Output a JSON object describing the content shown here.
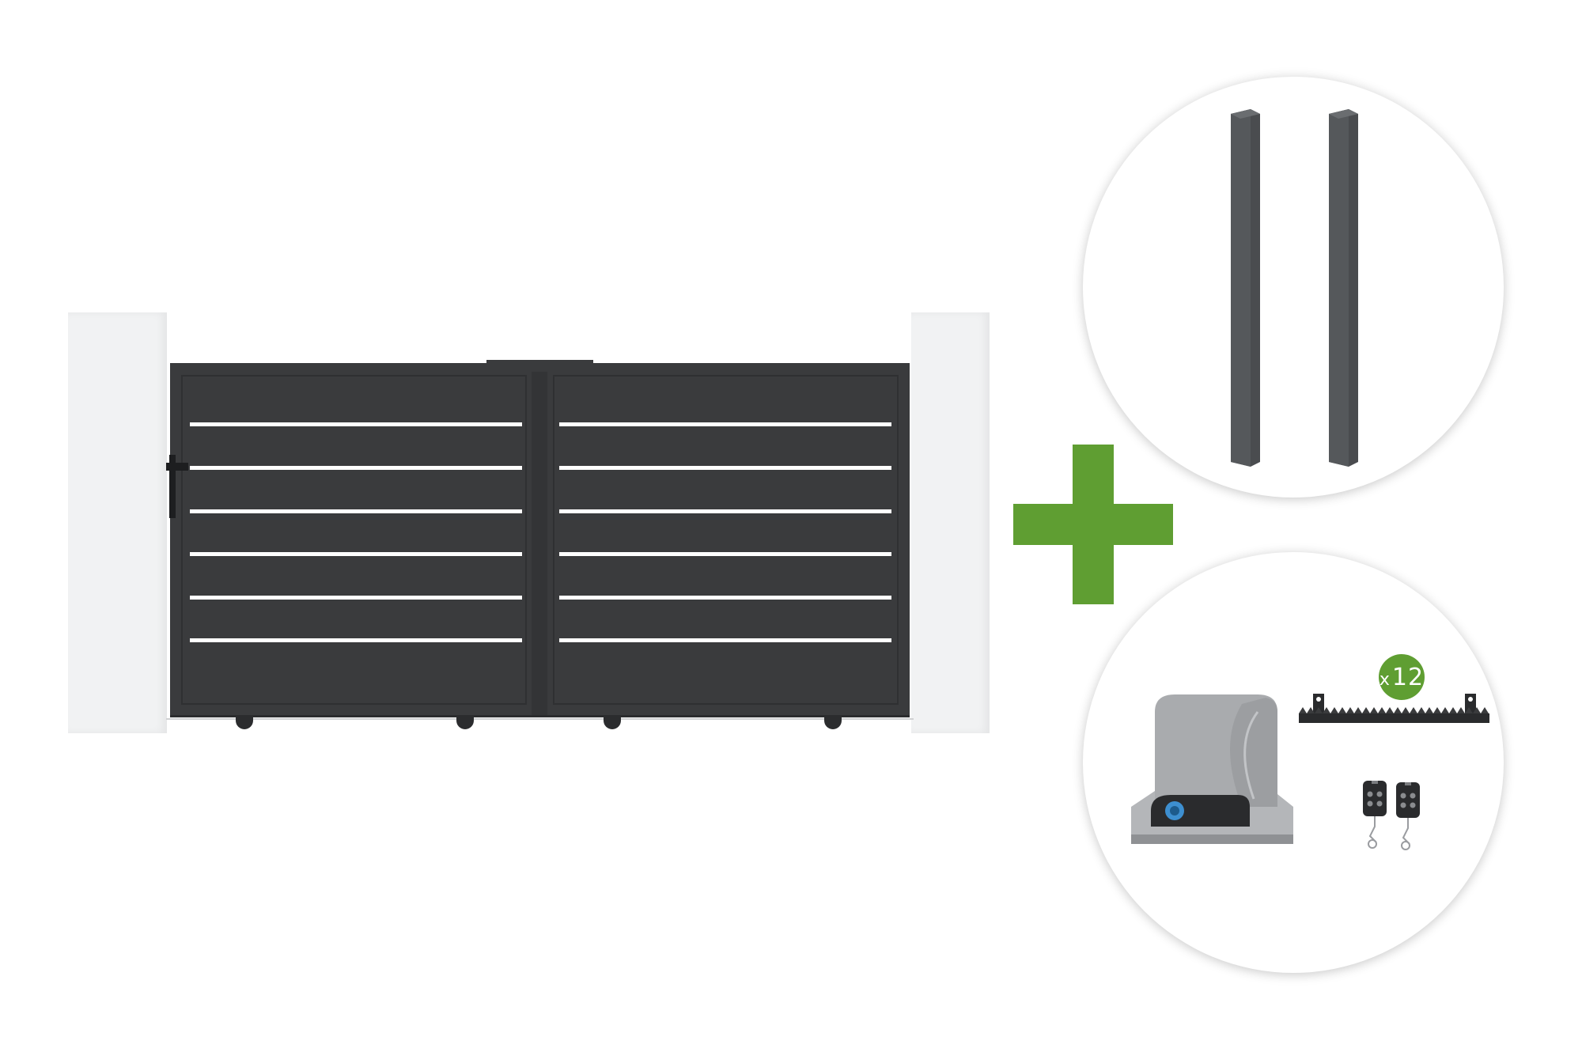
{
  "colors": {
    "background": "#ffffff",
    "gate": "#3a3b3d",
    "pillar": "#f1f2f3",
    "plus": "#5f9e32",
    "post": "#4a4c4f",
    "motor": "#a9abae",
    "badge": "#5f9e32"
  },
  "scene": {
    "main_item": "sliding-gate",
    "addons": [
      "gate-posts",
      "motor-kit"
    ]
  },
  "motor_kit": {
    "rack_badge_prefix": "x",
    "rack_badge_count": "12",
    "remote_count": 2
  },
  "posts": {
    "count": 2
  }
}
